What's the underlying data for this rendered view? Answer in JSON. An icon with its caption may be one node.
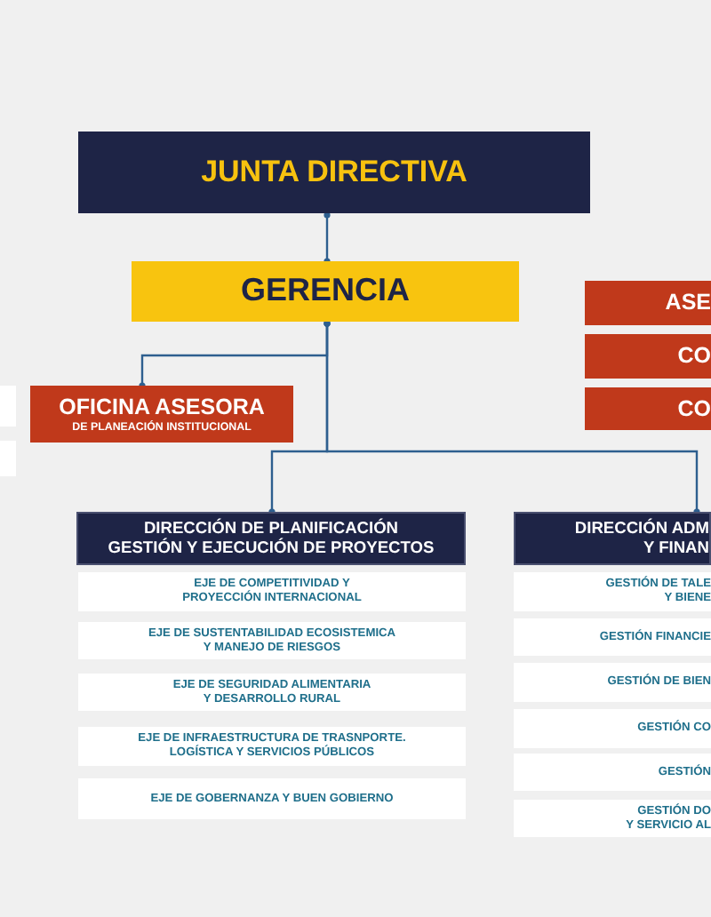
{
  "diagram": {
    "nodes": [
      {
        "text": [
          "JUNTA DIRECTIVA"
        ]
      },
      {
        "text": [
          "GERENCIA"
        ]
      },
      {
        "text": [
          "OFICINA ASESORA",
          "DE PLANEACIÓN INSTITUCIONAL"
        ]
      },
      {
        "text": [],
        "shape": "box"
      },
      {
        "text": [],
        "shape": "box"
      },
      {
        "text": [
          "ASE"
        ]
      },
      {
        "text": [
          "CO"
        ]
      },
      {
        "text": [
          "CO"
        ]
      },
      {
        "text": [
          "DIRECCIÓN DE PLANIFICACIÓN GESTIÓN Y EJECUCIÓN DE PROYECTOS"
        ]
      },
      {
        "text": [
          "EJE DE COMPETITIVIDAD Y PROYECCIÓN INTERNACIONAL"
        ]
      },
      {
        "text": [
          "EJE DE SUSTENTABILIDAD ECOSISTEMICA Y MANEJO DE RIESGOS"
        ]
      },
      {
        "text": [
          "EJE DE SEGURIDAD ALIMENTARIA Y DESARROLLO RURAL"
        ]
      },
      {
        "text": [
          "EJE DE INFRAESTRUCTURA DE TRASNPORTE. LOGÍSTICA Y SERVICIOS PÚBLICOS"
        ]
      },
      {
        "text": [
          "EJE DE GOBERNANZA Y BUEN GOBIERNO"
        ]
      },
      {
        "text": [
          "DIRECCIÓN ADM Y FINAN"
        ]
      },
      {
        "text": [
          "GESTIÓN DE TALE Y BIENE"
        ]
      },
      {
        "text": [
          "GESTIÓN FINANCIE"
        ]
      },
      {
        "text": [
          "GESTIÓN DE BIEN"
        ]
      },
      {
        "text": [
          "GESTIÓN CO"
        ]
      },
      {
        "text": [
          "GESTIÓN"
        ]
      },
      {
        "text": [
          "GESTIÓN DO Y SERVICIO AL"
        ]
      }
    ],
    "edges": [
      {
        "from": 0,
        "to": 1,
        "arrow": "other"
      },
      {
        "from": 1,
        "to": 2,
        "arrow": "other"
      },
      {
        "from": 1,
        "to": 8,
        "arrow": "other"
      },
      {
        "from": 1,
        "to": 14,
        "arrow": "other"
      }
    ]
  }
}
